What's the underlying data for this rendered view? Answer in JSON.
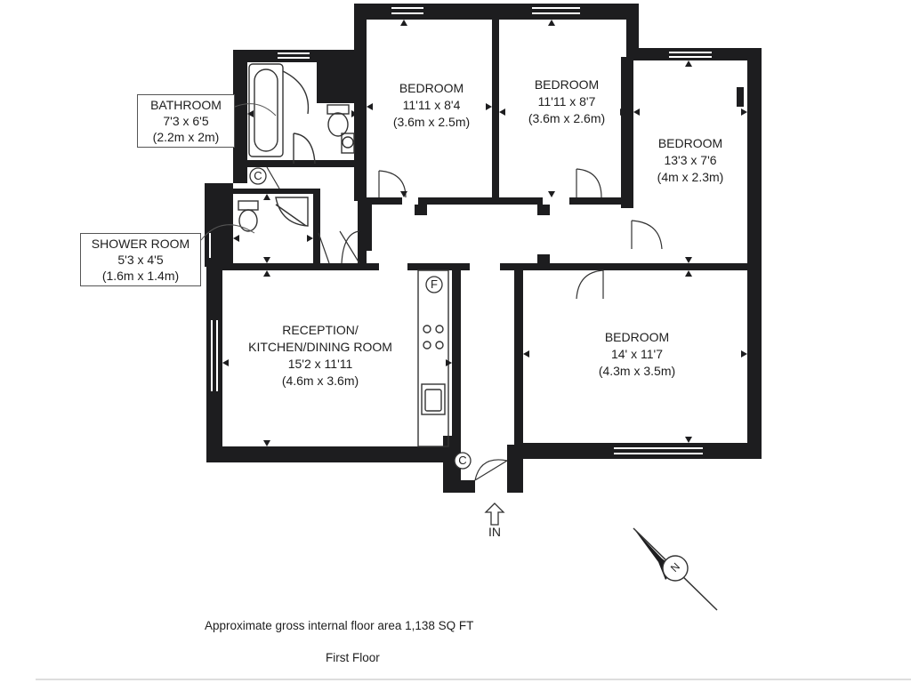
{
  "rooms": {
    "bedroom_1": {
      "name": "BEDROOM",
      "imperial": "11'11 x 8'4",
      "metric": "(3.6m x 2.5m)"
    },
    "bedroom_2": {
      "name": "BEDROOM",
      "imperial": "11'11 x 8'7",
      "metric": "(3.6m x 2.6m)"
    },
    "bedroom_3": {
      "name": "BEDROOM",
      "imperial": "13'3 x 7'6",
      "metric": "(4m x 2.3m)"
    },
    "bedroom_4": {
      "name": "BEDROOM",
      "imperial": "14' x 11'7",
      "metric": "(4.3m x 3.5m)"
    },
    "reception": {
      "name_line1": "RECEPTION/",
      "name_line2": "KITCHEN/DINING ROOM",
      "imperial": "15'2 x 11'11",
      "metric": "(4.6m x 3.6m)"
    },
    "bathroom": {
      "name": "BATHROOM",
      "imperial": "7'3 x 6'5",
      "metric": "(2.2m x 2m)"
    },
    "shower_room": {
      "name": "SHOWER ROOM",
      "imperial": "5'3 x 4'5",
      "metric": "(1.6m x 1.4m)"
    }
  },
  "markers": {
    "cupboard_upper": "C",
    "cupboard_lower": "C",
    "fridge": "F",
    "entrance": "IN",
    "compass": "N"
  },
  "footer": {
    "area": "Approximate gross internal floor area 1,138 SQ FT",
    "floor": "First Floor"
  },
  "colors": {
    "wall": "#1d1d1f",
    "line": "#333333",
    "background": "#ffffff"
  }
}
